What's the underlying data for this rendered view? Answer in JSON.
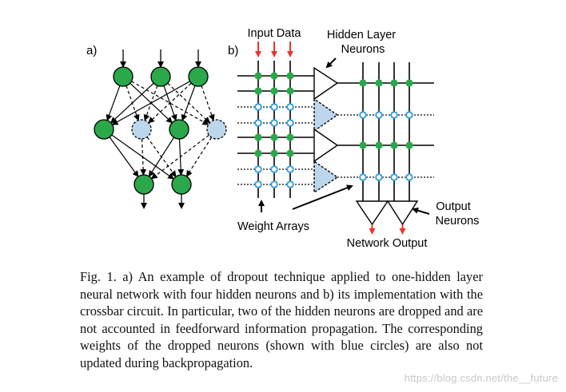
{
  "panel_a": {
    "label": "a)"
  },
  "panel_b": {
    "label": "b)",
    "input_label": "Input Data",
    "hidden_label_line1": "Hidden Layer",
    "hidden_label_line2": "Neurons",
    "weight_label": "Weight Arrays",
    "output_neurons_line1": "Output",
    "output_neurons_line2": "Neurons",
    "network_output_label": "Network Output"
  },
  "caption": "Fig. 1. a) An example of dropout technique applied to one-hidden layer neural network with four hidden neurons and b) its implementation with the crossbar circuit.  In particular, two of the hidden neurons are dropped and are not accounted in feedforward information propagation. The corresponding weights of the dropped neurons (shown with blue circles) are also not updated during backpropagation.",
  "watermark": "https://blog.csdn.net/the__future",
  "colors": {
    "active_node": "#2aa84a",
    "dropped_node": "#bcd6ec",
    "dropped_dot": "#3aa0dc",
    "arrow_red": "#e8362a"
  }
}
